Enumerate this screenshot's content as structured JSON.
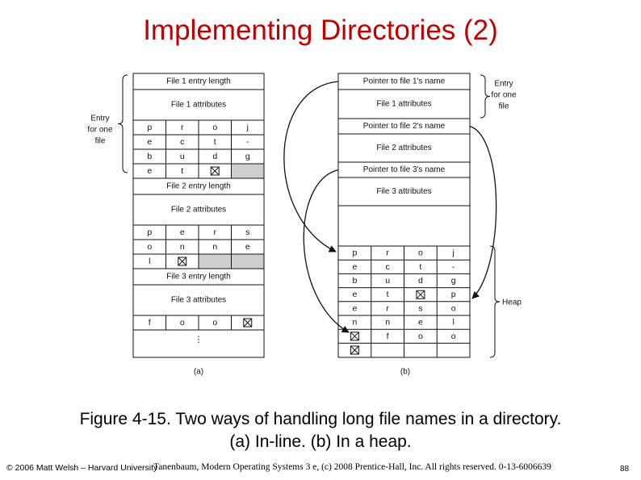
{
  "title": "Implementing Directories (2)",
  "figure_a": {
    "brace_label": [
      "Entry",
      "for one",
      "file"
    ],
    "rows": [
      {
        "type": "full",
        "text": "File 1 entry length"
      },
      {
        "type": "full",
        "text": "File 1 attributes"
      },
      {
        "type": "chars",
        "cells": [
          "p",
          "r",
          "o",
          "j"
        ]
      },
      {
        "type": "chars",
        "cells": [
          "e",
          "c",
          "t",
          "-"
        ]
      },
      {
        "type": "chars",
        "cells": [
          "b",
          "u",
          "d",
          "g"
        ]
      },
      {
        "type": "chars",
        "cells": [
          "e",
          "t",
          "X",
          "shade"
        ]
      },
      {
        "type": "full",
        "text": "File 2 entry length"
      },
      {
        "type": "full",
        "text": "File 2 attributes"
      },
      {
        "type": "chars",
        "cells": [
          "p",
          "e",
          "r",
          "s"
        ]
      },
      {
        "type": "chars",
        "cells": [
          "o",
          "n",
          "n",
          "e"
        ]
      },
      {
        "type": "chars",
        "cells": [
          "l",
          "X",
          "shade",
          "shade"
        ]
      },
      {
        "type": "full",
        "text": "File 3 entry length"
      },
      {
        "type": "full",
        "text": "File 3 attributes"
      },
      {
        "type": "chars",
        "cells": [
          "f",
          "o",
          "o",
          "X"
        ]
      }
    ],
    "label": "(a)"
  },
  "figure_b": {
    "brace_label": [
      "Entry",
      "for one",
      "file"
    ],
    "heap_label": "Heap",
    "rows": [
      "Pointer to file 1's name",
      "File 1 attributes",
      "Pointer to file 2's name",
      "File 2 attributes",
      "Pointer to file 3's name",
      "File 3 attributes"
    ],
    "heap": [
      [
        "p",
        "r",
        "o",
        "j"
      ],
      [
        "e",
        "c",
        "t",
        "-"
      ],
      [
        "b",
        "u",
        "d",
        "g"
      ],
      [
        "e",
        "t",
        "X",
        "p"
      ],
      [
        "e",
        "r",
        "s",
        "o"
      ],
      [
        "n",
        "n",
        "e",
        "l"
      ],
      [
        "X",
        "f",
        "o",
        "o"
      ],
      [
        "X",
        "",
        "",
        ""
      ]
    ],
    "label": "(b)"
  },
  "caption_line1": "Figure 4-15. Two ways of handling long file names in a directory.",
  "caption_line2": "(a) In-line. (b) In a heap.",
  "footer_left": "© 2006 Matt Welsh – Harvard University",
  "footer_mid": "Tanenbaum, Modern Operating Systems 3 e, (c) 2008 Prentice-Hall, Inc. All rights reserved. 0-13-6006639",
  "page_number": "88"
}
